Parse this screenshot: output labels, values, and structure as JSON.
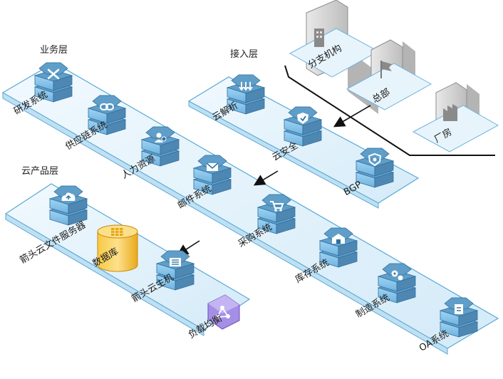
{
  "layers": {
    "business": "业务层",
    "access": "接入层",
    "cloud_product": "云产品层"
  },
  "sites": {
    "branch": "分支机构",
    "hq": "总部",
    "factory": "厂房"
  },
  "access_nodes": {
    "cloud_dns": "云解析",
    "cloud_security": "云安全",
    "bgp": "BGP"
  },
  "business_nodes": {
    "rnd": "研发系统",
    "supply_chain": "供应链系统",
    "hr": "人力资源",
    "mail": "邮件系统",
    "purchasing": "采购系统",
    "inventory": "库存系统",
    "manufacturing": "制造系统",
    "oa": "OA系统"
  },
  "cloud_nodes": {
    "file_server": "箭头云文件服务器",
    "database": "数据库",
    "cloud_host": "箭头云主机",
    "load_balancer": "负载均衡"
  },
  "colors": {
    "platform_fill": "#e1f2fb",
    "platform_stroke": "#5aa9d6",
    "server_top": "#5f9ec8",
    "server_front": "#87c7ee",
    "server_side": "#4f87b3",
    "site_box": "#d2d2d2",
    "db_fill": "#f8d15a",
    "lb_fill": "#a58ee6"
  }
}
